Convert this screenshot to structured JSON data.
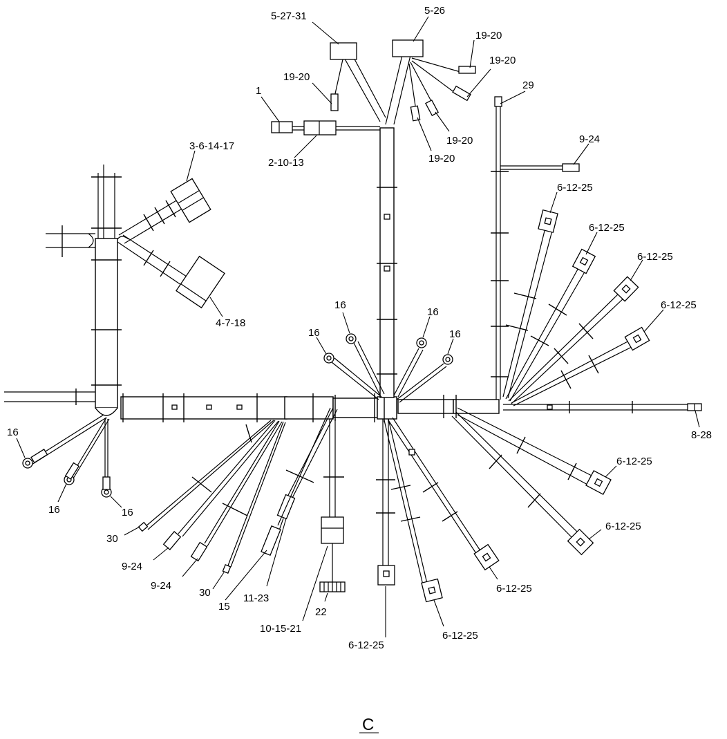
{
  "view_label": "C",
  "callouts": [
    {
      "id": "c1",
      "text": "5-27-31"
    },
    {
      "id": "c2",
      "text": "5-26"
    },
    {
      "id": "c3",
      "text": "19-20"
    },
    {
      "id": "c4",
      "text": "19-20"
    },
    {
      "id": "c5",
      "text": "19-20"
    },
    {
      "id": "c6",
      "text": "1"
    },
    {
      "id": "c7",
      "text": "29"
    },
    {
      "id": "c8",
      "text": "2-10-13"
    },
    {
      "id": "c9",
      "text": "19-20"
    },
    {
      "id": "c10",
      "text": "19-20"
    },
    {
      "id": "c11",
      "text": "9-24"
    },
    {
      "id": "c12",
      "text": "3-6-14-17"
    },
    {
      "id": "c13",
      "text": "6-12-25"
    },
    {
      "id": "c14",
      "text": "6-12-25"
    },
    {
      "id": "c15",
      "text": "6-12-25"
    },
    {
      "id": "c16",
      "text": "6-12-25"
    },
    {
      "id": "c17",
      "text": "4-7-18"
    },
    {
      "id": "c18",
      "text": "16"
    },
    {
      "id": "c19",
      "text": "16"
    },
    {
      "id": "c20",
      "text": "16"
    },
    {
      "id": "c21",
      "text": "16"
    },
    {
      "id": "c22",
      "text": "8-28"
    },
    {
      "id": "c23",
      "text": "16"
    },
    {
      "id": "c24",
      "text": "16"
    },
    {
      "id": "c25",
      "text": "16"
    },
    {
      "id": "c26",
      "text": "6-12-25"
    },
    {
      "id": "c27",
      "text": "6-12-25"
    },
    {
      "id": "c28",
      "text": "30"
    },
    {
      "id": "c29",
      "text": "9-24"
    },
    {
      "id": "c30",
      "text": "9-24"
    },
    {
      "id": "c31",
      "text": "30"
    },
    {
      "id": "c32",
      "text": "15"
    },
    {
      "id": "c33",
      "text": "11-23"
    },
    {
      "id": "c34",
      "text": "22"
    },
    {
      "id": "c35",
      "text": "6-12-25"
    },
    {
      "id": "c36",
      "text": "10-15-21"
    },
    {
      "id": "c37",
      "text": "6-12-25"
    },
    {
      "id": "c38",
      "text": "6-12-25"
    }
  ]
}
